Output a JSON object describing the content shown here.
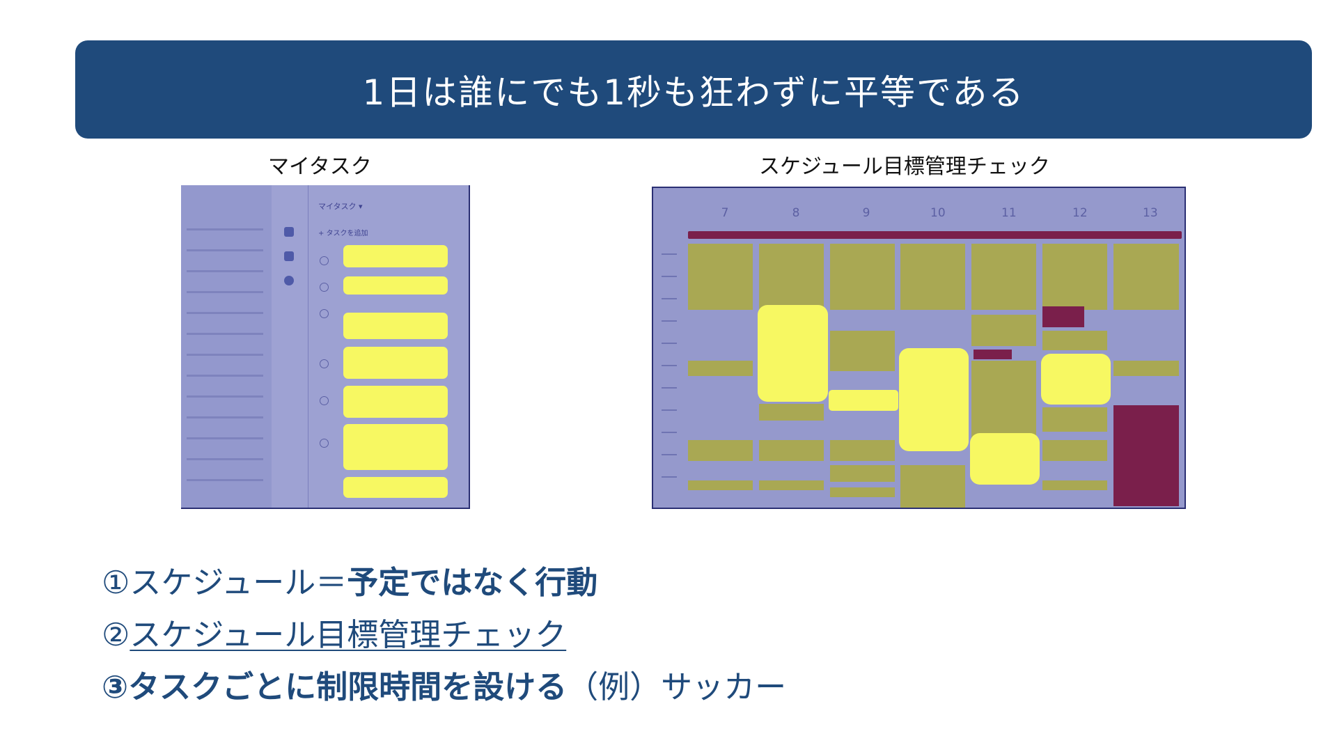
{
  "header": {
    "title": "1日は誰にでも1秒も狂わずに平等である"
  },
  "captions": {
    "tasks": "マイタスク",
    "schedule": "スケジュール目標管理チェック"
  },
  "tasks_screenshot": {
    "panel_title": "マイタスク ▾",
    "add_task": "+ タスクを追加"
  },
  "schedule_screenshot": {
    "days": [
      "7",
      "8",
      "9",
      "10",
      "11",
      "12",
      "13"
    ]
  },
  "points": [
    {
      "number": "①",
      "text": "スケジュール＝",
      "bold": "予定ではなく行動"
    },
    {
      "number": "②",
      "link": "スケジュール目標管理チェック"
    },
    {
      "number": "③",
      "bold": "タスクごとに制限時間を設ける",
      "text": "（例）サッカー"
    }
  ],
  "colors": {
    "banner": "#1f4a7b",
    "highlight": "#f7f862",
    "calendar_event": "#a9a853",
    "calendar_dark_event": "#7a1f4b"
  }
}
